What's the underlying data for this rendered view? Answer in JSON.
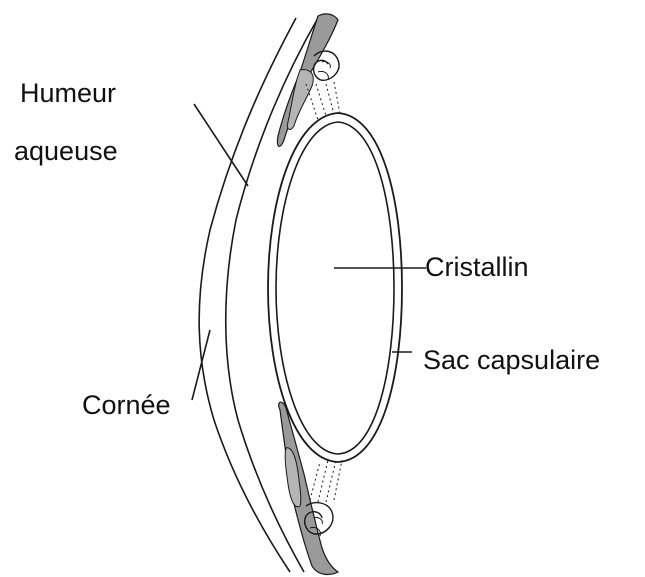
{
  "labels": {
    "humeur_line1": "Humeur",
    "humeur_line2": "aqueuse",
    "cristallin": "Cristallin",
    "sac_capsulaire": "Sac capsulaire",
    "cornee": "Cornée"
  },
  "colors": {
    "outline": "#1a1a1a",
    "tissue_fill": "#9a9a9a",
    "background": "#ffffff",
    "text": "#111111"
  }
}
